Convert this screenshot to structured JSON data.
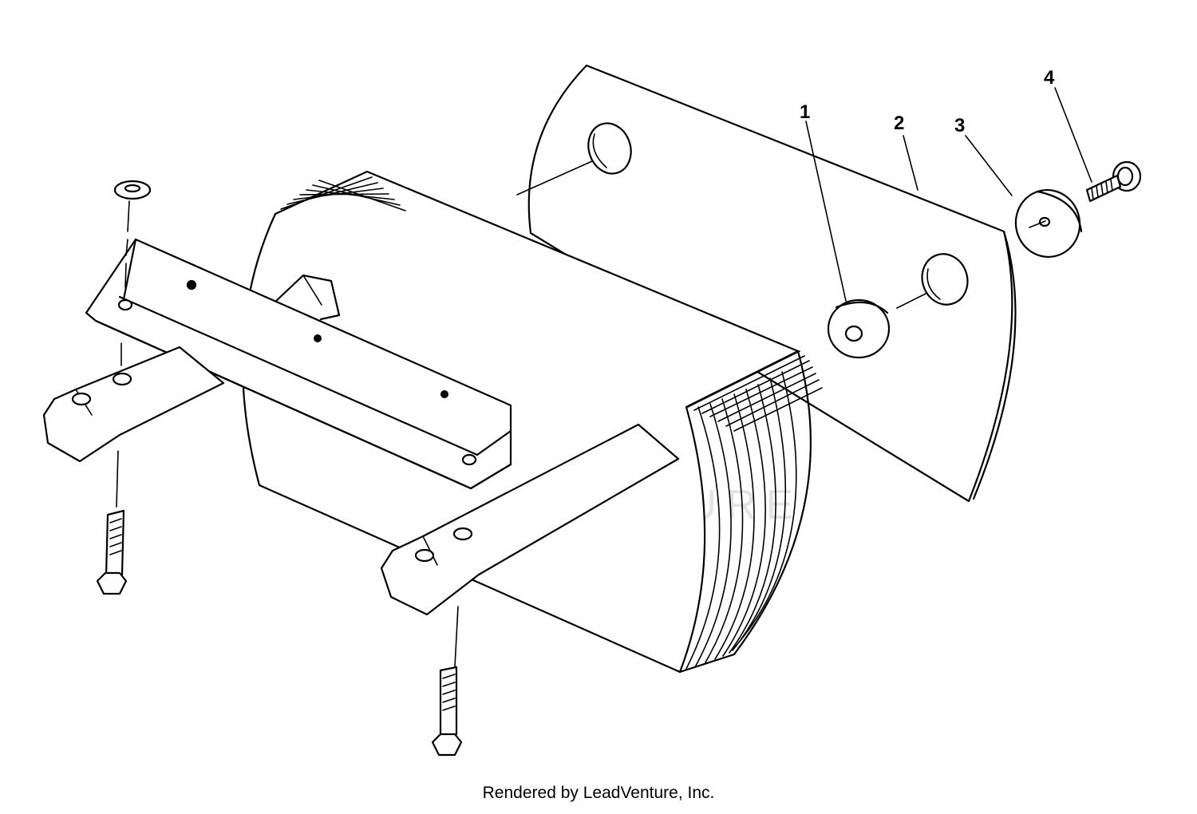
{
  "callouts": [
    {
      "id": "1",
      "label": "1"
    },
    {
      "id": "2",
      "label": "2"
    },
    {
      "id": "3",
      "label": "3"
    },
    {
      "id": "4",
      "label": "4"
    }
  ],
  "watermark": {
    "text": "LEADVENTURE"
  },
  "footer": {
    "text": "Rendered by LeadVenture, Inc."
  },
  "colors": {
    "line": "#000000",
    "background": "#ffffff",
    "watermark": "#e4e4e4"
  }
}
